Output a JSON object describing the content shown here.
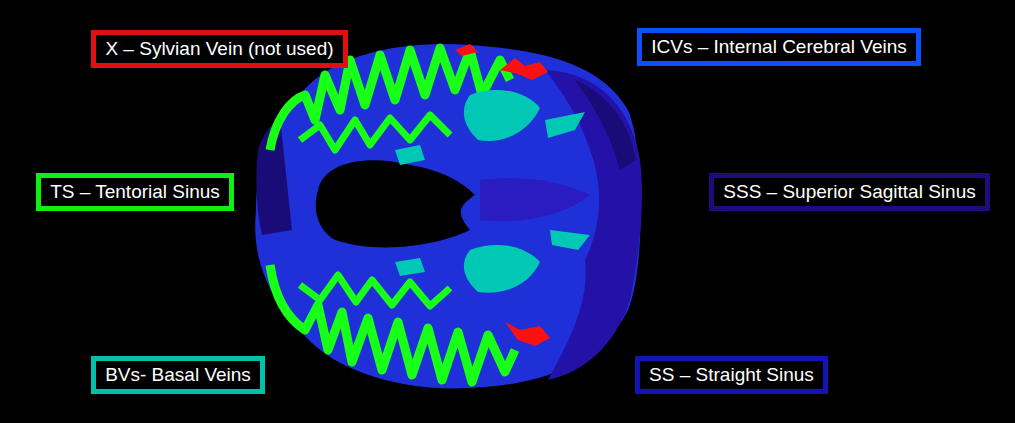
{
  "diagram": {
    "nodes": [
      {
        "text": [
          "X – Sylvian Vein (not used)"
        ]
      },
      {
        "text": [
          "ICVs – Internal Cerebral Veins"
        ]
      },
      {
        "text": [
          "TS – Tentorial Sinus"
        ]
      },
      {
        "text": [
          "SSS – Superior Sagittal Sinus"
        ]
      },
      {
        "text": [
          "BVs- Basal Veins"
        ]
      },
      {
        "text": [
          "SS – Straight Sinus"
        ]
      }
    ]
  }
}
